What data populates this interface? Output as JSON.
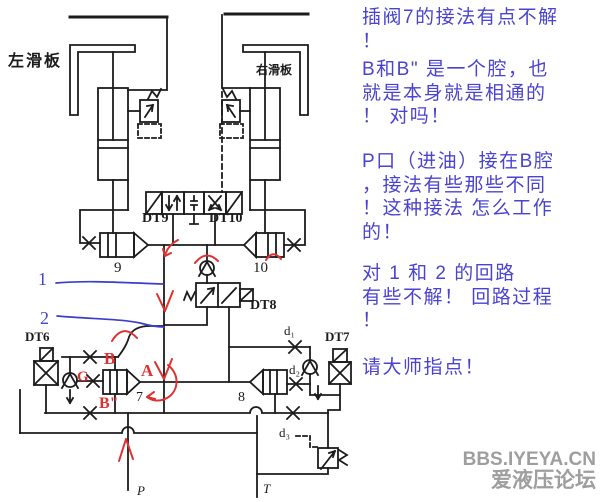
{
  "page": {
    "background": "#ffffff"
  },
  "diagram": {
    "labels": {
      "left_plate": "左滑板",
      "right_plate": "右滑板",
      "dt9": "DT9",
      "dt10": "DT10",
      "valve9": "9",
      "valve10": "10",
      "line1": "1",
      "line2": "2",
      "dt6": "DT6",
      "dt7": "DT7",
      "dt8": "DT8",
      "d1": "d₁",
      "d2": "d₂",
      "d3": "d₃",
      "valve7": "7",
      "valve8": "8",
      "port_b": "B",
      "port_g": "G",
      "port_a": "A",
      "port_b_double": "B\"",
      "port_p": "P",
      "port_t": "T"
    },
    "ink_colors": {
      "line_black": "#1c1c1c",
      "pen_blue": "#3d3dcc",
      "pen_red": "#e03131"
    }
  },
  "annotations": {
    "color": "#4a43d1",
    "paragraphs": [
      {
        "text": "插阀7的接法有点不解\n！"
      },
      {
        "text": "B和B\" 是一个腔，也\n就是本身就是相通的\n！  对吗！"
      },
      {
        "text": "P口（进油）接在B腔\n，接法有些那些不同\n！这种接法 怎么工作\n的！"
      },
      {
        "text": "对 1 和 2 的回路\n有些不解！ 回路过程\n！"
      },
      {
        "text": "请大师指点！"
      }
    ]
  },
  "watermark": {
    "line1": "BBS.IYEYA.CN",
    "line2": "爱液压论坛",
    "color": "#9e9e9e"
  }
}
